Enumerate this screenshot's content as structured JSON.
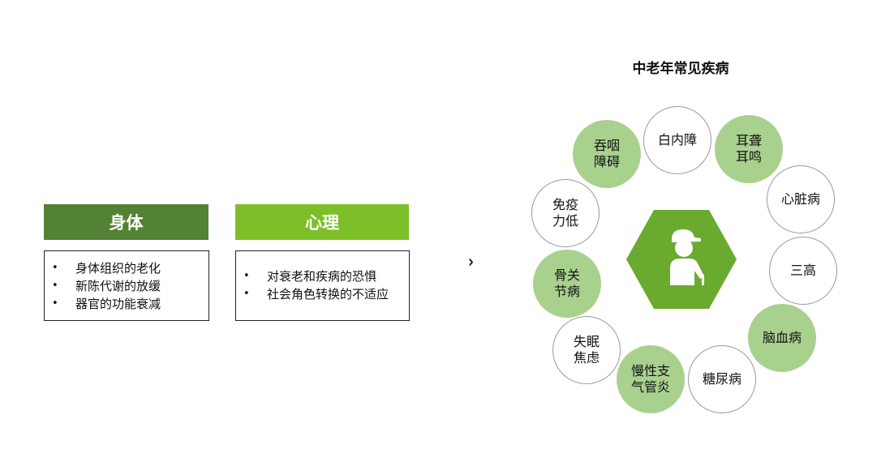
{
  "body_card": {
    "header": "身体",
    "items": [
      "身体组织的老化",
      "新陈代谢的放缓",
      "器官的功能衰减"
    ]
  },
  "mind_card": {
    "header": "心理",
    "items": [
      "对衰老和疾病的恐惧",
      "社会角色转换的不适应"
    ]
  },
  "arrow": "›",
  "diagram": {
    "title": "中老年常见疾病",
    "center_icon": "elderly-person-with-cane-icon",
    "colors": {
      "body_header": "#548235",
      "mind_header": "#7cbf28",
      "center_hexagon": "#6aaa2f",
      "filled_circle": "#a9d18e",
      "outline_circle": "#9a9a9a"
    },
    "diseases": [
      {
        "label": "吞咽障碍",
        "lines": [
          "吞咽",
          "障碍"
        ],
        "style": "filled"
      },
      {
        "label": "白内障",
        "lines": [
          "白内障"
        ],
        "style": "outline"
      },
      {
        "label": "耳聋耳鸣",
        "lines": [
          "耳聋",
          "耳鸣"
        ],
        "style": "filled"
      },
      {
        "label": "心脏病",
        "lines": [
          "心脏病"
        ],
        "style": "outline"
      },
      {
        "label": "三高",
        "lines": [
          "三高"
        ],
        "style": "outline"
      },
      {
        "label": "脑血病",
        "lines": [
          "脑血病"
        ],
        "style": "filled"
      },
      {
        "label": "糖尿病",
        "lines": [
          "糖尿病"
        ],
        "style": "outline"
      },
      {
        "label": "慢性支气管炎",
        "lines": [
          "慢性支",
          "气管炎"
        ],
        "style": "filled"
      },
      {
        "label": "失眠焦虑",
        "lines": [
          "失眠",
          "焦虑"
        ],
        "style": "outline"
      },
      {
        "label": "骨关节病",
        "lines": [
          "骨关",
          "节病"
        ],
        "style": "filled"
      },
      {
        "label": "免疫力低",
        "lines": [
          "免疫",
          "力低"
        ],
        "style": "outline"
      }
    ]
  }
}
